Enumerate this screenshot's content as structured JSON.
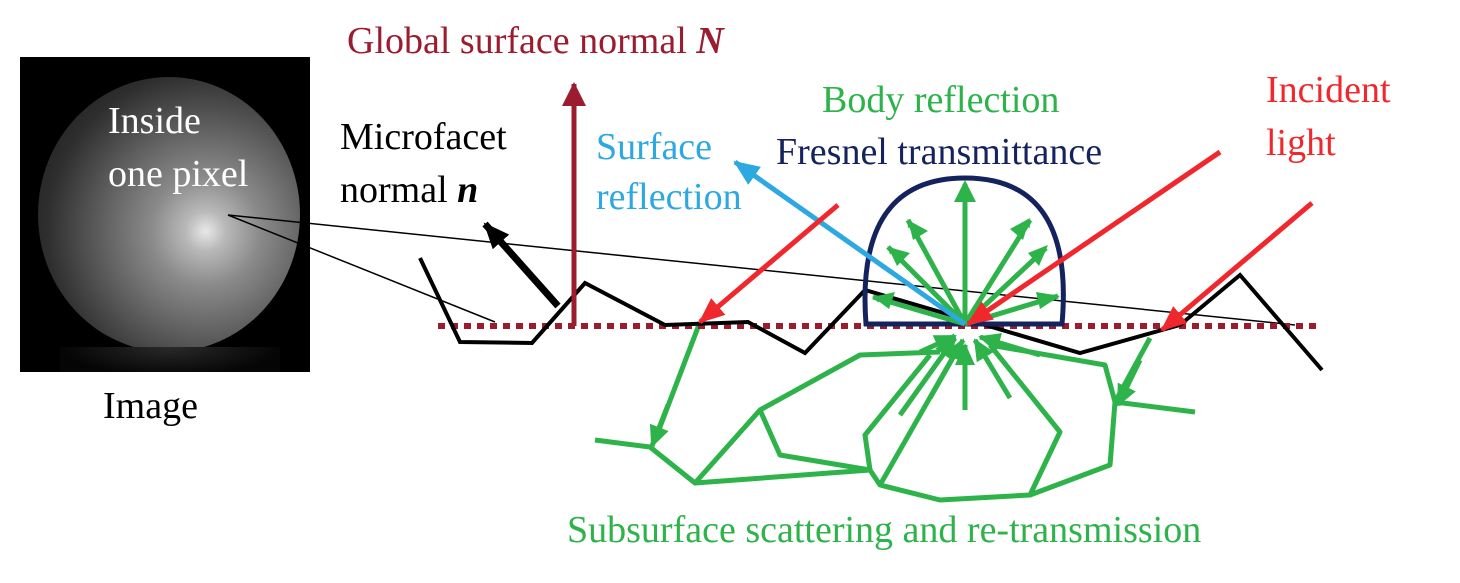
{
  "labels": {
    "global_normal_prefix": "Global surface normal ",
    "global_normal_symbol": "N",
    "microfacet_line1": "Microfacet",
    "microfacet_line2_prefix": "normal ",
    "microfacet_symbol": "n",
    "surface_reflection_line1": "Surface",
    "surface_reflection_line2": "reflection",
    "body_reflection": "Body reflection",
    "fresnel": "Fresnel transmittance",
    "incident_line1": "Incident",
    "incident_line2": "light",
    "inside_line1": "Inside",
    "inside_line2": "one pixel",
    "image": "Image",
    "subsurface": "Subsurface scattering and re-transmission"
  },
  "colors": {
    "global_normal": "#9b1c2e",
    "surface_reflection": "#2ea8e0",
    "body_reflection": "#2db34a",
    "fresnel": "#14235e",
    "incident": "#f0282d",
    "text": "#000000",
    "photo_text": "#ffffff"
  }
}
